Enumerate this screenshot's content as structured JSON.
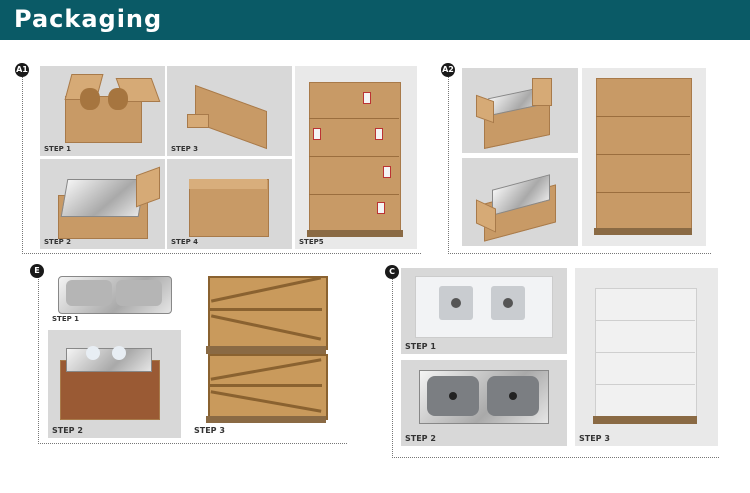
{
  "header": {
    "title": "Packaging"
  },
  "groups": {
    "a1": {
      "badge": "A1",
      "steps": [
        "STEP 1",
        "STEP 3",
        "STEP5",
        "STEP 2",
        "STEP 4"
      ]
    },
    "a2": {
      "badge": "A2"
    },
    "e": {
      "badge": "E",
      "steps": [
        "STEP 1",
        "STEP 2",
        "STEP 3"
      ]
    },
    "c": {
      "badge": "C",
      "steps": [
        "STEP 1",
        "STEP 2",
        "STEP 3"
      ]
    }
  },
  "colors": {
    "header_bg": "#0a5a66",
    "header_text": "#ffffff",
    "cardboard": "#c89a66",
    "badge": "#1a1a1a"
  }
}
